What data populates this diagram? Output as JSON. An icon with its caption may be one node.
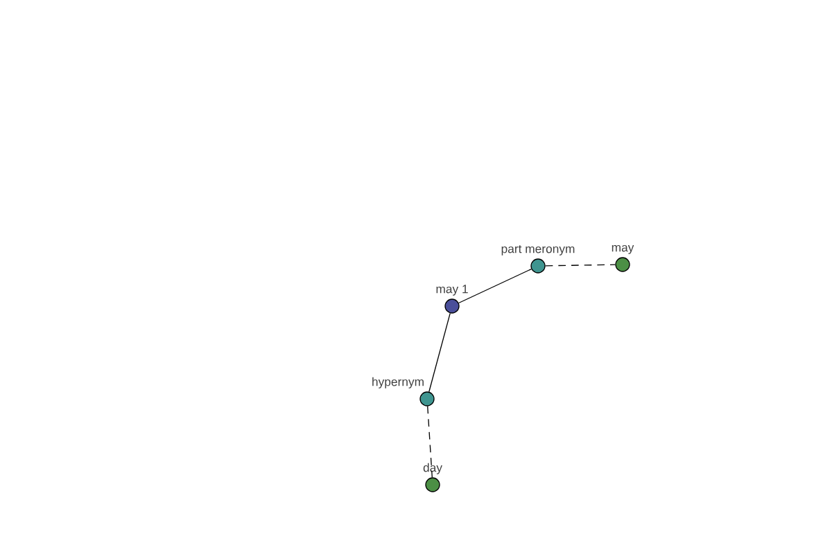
{
  "diagram": {
    "nodes": [
      {
        "text": [
          "may 1"
        ]
      },
      {
        "text": [
          "part meronym"
        ]
      },
      {
        "text": [
          "may"
        ]
      },
      {
        "text": [
          "hypernym"
        ]
      },
      {
        "text": [
          "day"
        ]
      }
    ],
    "edges": [
      {
        "from": 0,
        "to": 1,
        "arrow": "none"
      },
      {
        "from": 1,
        "to": 2,
        "arrow": "none",
        "style": "dashed"
      },
      {
        "from": 0,
        "to": 3,
        "arrow": "none"
      },
      {
        "from": 3,
        "to": 4,
        "arrow": "none",
        "style": "dashed"
      }
    ]
  }
}
